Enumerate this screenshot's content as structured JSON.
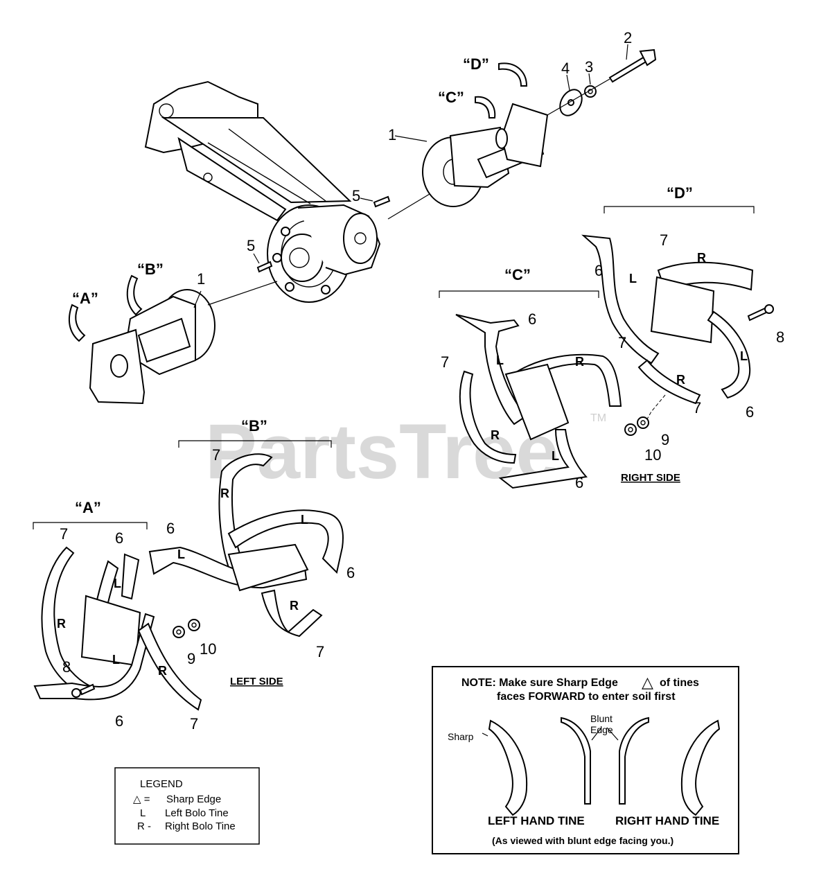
{
  "watermark": {
    "text": "PartsTree",
    "tm": "TM"
  },
  "group_labels": {
    "a": "“A”",
    "b": "“B”",
    "c": "“C”",
    "d": "“D”"
  },
  "part_numbers": {
    "n1": "1",
    "n2": "2",
    "n3": "3",
    "n4": "4",
    "n5": "5",
    "n6": "6",
    "n7": "7",
    "n8": "8",
    "n9": "9",
    "n10": "10"
  },
  "tine_marks": {
    "left": "L",
    "right": "R"
  },
  "side_labels": {
    "left": "LEFT  SIDE",
    "right": "RIGHT SIDE"
  },
  "legend": {
    "title": "LEGEND",
    "items": [
      {
        "symbol": "△ =",
        "text": "Sharp Edge"
      },
      {
        "symbol": "L",
        "text": "Left Bolo Tine"
      },
      {
        "symbol": "R  -",
        "text": "Right Bolo Tine"
      }
    ]
  },
  "note": {
    "line1": "NOTE:  Make sure Sharp Edge",
    "line1_symbol": "△",
    "line1_end": "of tines",
    "line2": "faces FORWARD to enter soil first",
    "sharp_label": "Sharp",
    "blunt_label_1": "Blunt",
    "blunt_label_2": "Edge",
    "left_tine": "LEFT HAND TINE",
    "right_tine": "RIGHT HAND TINE",
    "caption": "(As viewed with blunt edge facing you.)"
  }
}
